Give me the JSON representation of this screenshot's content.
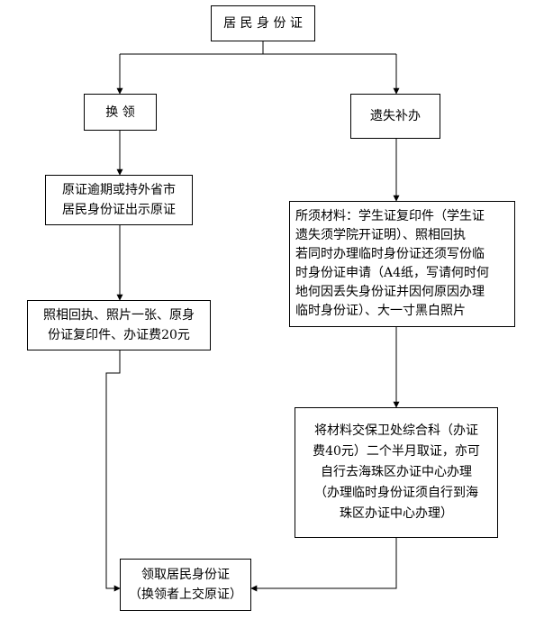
{
  "nodes": {
    "root": "居 民 身 份 证",
    "exchange": "换 领",
    "lost": "遗失补办",
    "exchange_step1": "原证逾期或持外省市\n居民身份证出示原证",
    "exchange_step2": "照相回执、照片一张、原身\n份证复印件、办证费20元",
    "lost_step1": "所须材料：学生证复印件（学生证\n遗失须学院开证明）、照相回执\n若同时办理临时身份证还须写份临\n时身份证申请（A4纸，写请何时何\n地何因丢失身份证并因何原因办理\n临时身份证）、大一寸黑白照片",
    "lost_step2": "将材料交保卫处综合科（办证\n费40元）二个半月取证，亦可\n自行去海珠区办证中心办理\n（办理临时身份证须自行到海\n珠区办证中心办理）",
    "final": "领取居民身份证\n（换领者上交原证）"
  }
}
